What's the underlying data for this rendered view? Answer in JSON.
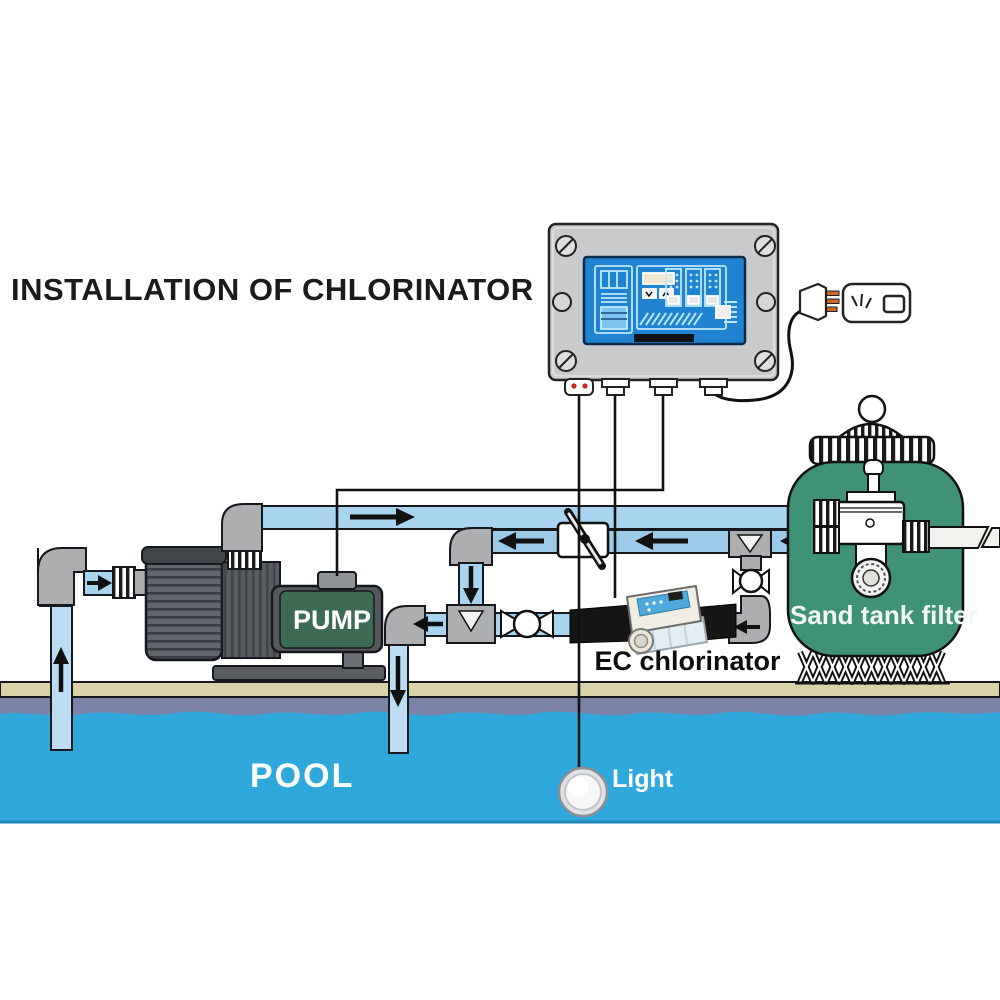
{
  "title": "INSTALLATION OF CHLORINATOR",
  "labels": {
    "pump": "PUMP",
    "sand_filter": "Sand tank filter",
    "chlorinator": "EC chlorinator",
    "pool": "POOL",
    "light": "Light"
  },
  "colors": {
    "pool_water": "#2FA8DC",
    "pool_wall_band": "#7B84A8",
    "deck_tan": "#D9D3A7",
    "pipe_water_blue": "#A9D4EF",
    "pipe_fitting_gray": "#ACAEB0",
    "tank_green": "#3F9278",
    "panel_screen_blue": "#2083D2",
    "panel_line_blue": "#BFE8FB",
    "motor_green": "#3C6A53",
    "enclosure_gray": "#C9CACC",
    "wire_black": "#111111",
    "chlorinator_label_blue": "#4FA9DA",
    "plug_pin_orange": "#C96A2A"
  },
  "icons": [
    "power-plug-icon",
    "wall-socket-icon",
    "flow-arrow-icon",
    "check-valve-icon",
    "ball-valve-icon",
    "screw-icon",
    "pool-light-icon"
  ]
}
